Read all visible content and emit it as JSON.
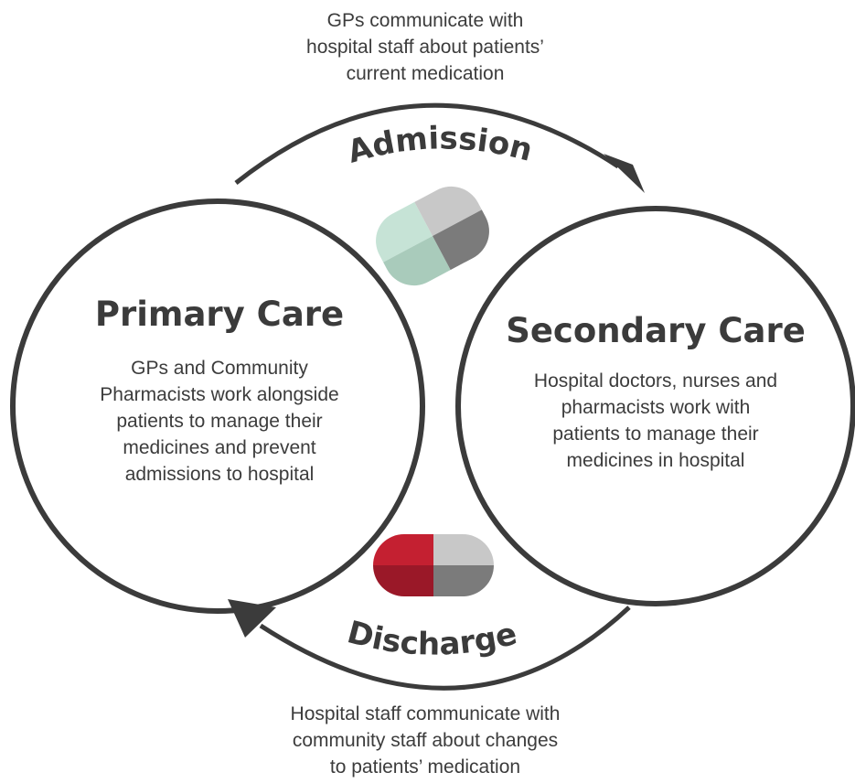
{
  "admission": {
    "caption_lines": [
      "GPs communicate with",
      "hospital staff about patients’",
      "current medication"
    ],
    "arc_label": "Admission"
  },
  "primary_care": {
    "title": "Primary Care",
    "body_lines": [
      "GPs and Community",
      "Pharmacists work alongside",
      "patients to manage their",
      "medicines and prevent",
      "admissions to hospital"
    ]
  },
  "secondary_care": {
    "title": "Secondary Care",
    "body_lines": [
      "Hospital doctors, nurses and",
      "pharmacists work with",
      "patients to manage their",
      "medicines in hospital"
    ]
  },
  "discharge": {
    "arc_label": "Discharge",
    "caption_lines": [
      "Hospital staff communicate with",
      "community staff about changes",
      "to patients’ medication"
    ]
  },
  "colors": {
    "stroke": "#3b3b3b",
    "text": "#3c3c3c",
    "pill_green_light": "#c6e3d6",
    "pill_green_dark": "#a9cbbb",
    "pill_gray_light": "#c8c8c8",
    "pill_gray_dark": "#7b7b7b",
    "pill_red_light": "#c42031",
    "pill_red_dark": "#9a1828"
  },
  "icons": [
    "green-gray-capsule-icon",
    "red-gray-capsule-icon",
    "admission-arrow-icon",
    "discharge-arrow-icon"
  ]
}
